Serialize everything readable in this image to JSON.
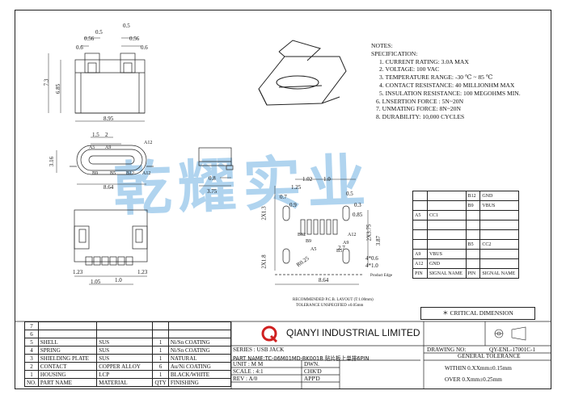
{
  "notes": {
    "title": "NOTES:",
    "spec": "SPECIFICATION:",
    "items": [
      "1. CURRENT RATING: 3.0A MAX",
      "2. VOLTAGE: 100 VAC",
      "3. TEMPERATURE RANGE: -30 ℃ ~ 85 ℃",
      "4. CONTACT RESISTANCE: 40 MILLIONHM MAX",
      "5. INSULATION RESISTANCE: 100 MEGOHMS MIN.",
      "6. LNSERTION FORCE : 5N~20N",
      "7. UNMATING FORCE: 8N~20N",
      "8. DURABILITY: 10,000 CYCLES"
    ]
  },
  "watermark": "乾耀实业",
  "dims": {
    "d05a": "0.5",
    "d05b": "0.5",
    "d056a": "0.56",
    "d056b": "0.56",
    "d06a": "0.6",
    "d06b": "0.6",
    "d73": "7.3",
    "d685": "6.85",
    "d895": "8.95",
    "d15": "1.5",
    "d2": "2",
    "d316": "3.16",
    "d864a": "8.64",
    "d08": "0.8",
    "d375": "3.75",
    "d123a": "1.23",
    "d123b": "1.23",
    "d10a": "1.0",
    "d105": "1.05",
    "d102": "1.02",
    "d10b": "1.0",
    "d125": "1.25",
    "d07": "0.7",
    "d09": "0.9",
    "d05c": "0.5",
    "d03": "0.3",
    "d085": "0.85",
    "d27": "2.7",
    "d213": "2X1.3",
    "d375b": "2X3.75",
    "d387": "3.87",
    "d406": "4*0.6",
    "d410": "4*1.0",
    "d418": "2X1.8",
    "d864b": "8.64",
    "dr025": "R0.25"
  },
  "pin_labels": {
    "a12": "A12",
    "a5": "A5",
    "b9": "B9",
    "b12": "B12",
    "a12b": "A12",
    "b5": "B5",
    "a9": "A9",
    "b9b": "B9",
    "b12b": "B12",
    "a12c": "A12",
    "a9b": "A9",
    "b5b": "B5",
    "a5b": "A5"
  },
  "layout_note": "RECOMMENDED P.C.B. LAYOUT (T:1.00mm)",
  "tolerance_note": "TOLERANCE UNSPECIFIED ±0.05mm",
  "product_edge": "Product Edge",
  "pin_table": {
    "rows": [
      [
        "",
        "",
        "B12",
        "GND"
      ],
      [
        "",
        "",
        "B9",
        "VBUS"
      ],
      [
        "A5",
        "CC1",
        "",
        ""
      ],
      [
        "",
        "",
        "",
        ""
      ],
      [
        "",
        "",
        "",
        ""
      ],
      [
        "",
        "",
        "B5",
        "CC2"
      ],
      [
        "A9",
        "VBUS",
        "",
        ""
      ],
      [
        "A12",
        "GND",
        "",
        ""
      ],
      [
        "PIN",
        "SIGNAL NAME",
        "PIN",
        "SIGNAL NAME"
      ]
    ]
  },
  "critical": "＊ CRITICAL DIMENSION",
  "bom": {
    "rows": [
      [
        "7",
        "",
        "",
        "",
        ""
      ],
      [
        "6",
        "",
        "",
        "",
        ""
      ],
      [
        "5",
        "SHELL",
        "SUS",
        "1",
        "Ni/Sn COATING"
      ],
      [
        "4",
        "SPRING",
        "SUS",
        "1",
        "Ni/Sn COATING"
      ],
      [
        "3",
        "SHIELDING PLATE",
        "SUS",
        "1",
        "NATURAL"
      ],
      [
        "2",
        "CONTACT",
        "COPPER ALLOY",
        "6",
        "Au/Ni COATING"
      ],
      [
        "1",
        "HOUSING",
        "LCP",
        "1",
        "BLACK/WHITE"
      ],
      [
        "NO.",
        "PART NAME",
        "MATERIAL",
        "QTY",
        "FINISHING"
      ]
    ]
  },
  "company": "QIANYI INDUSTRIAL LIMITED",
  "drawing_no_label": "DRAWING NO:",
  "drawing_no": "QY-ENL-17001C-1",
  "series": "SERIES : USB JACK",
  "part_name": "PART NAME:TC-06M01MD-BK001B  贴片板上单排6PIN",
  "unit": "UNIT : M M",
  "dwn": "DWN.",
  "scale": "SCALE : 4:1",
  "chkd": "CHK'D",
  "rev": "REV : A/0",
  "appd": "APP'D",
  "general_tol": "GENERAL TOLERANCE",
  "within": "WITHIN  0.XXmm±0.15mm",
  "over": "OVER   0.Xmm±0.25mm"
}
